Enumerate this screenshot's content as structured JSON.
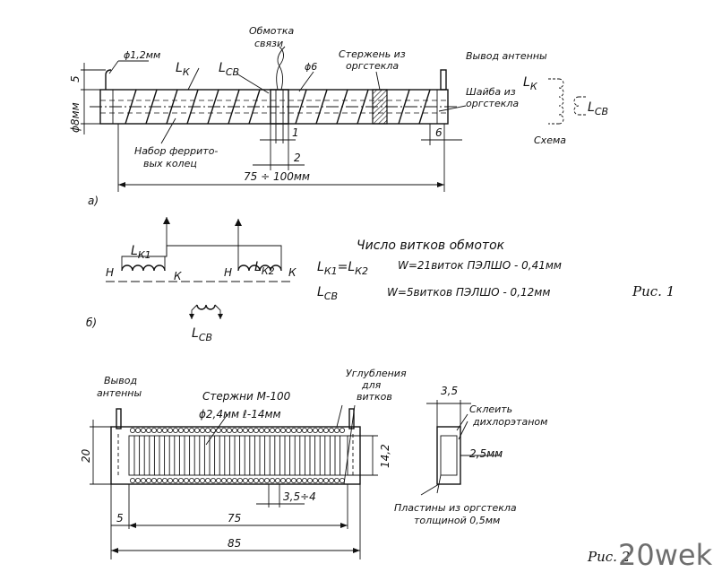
{
  "fig1": {
    "a": {
      "part_label": "а)",
      "wire_dia": "ϕ1,2мм",
      "coil_k": "L",
      "coil_k_sub": "К",
      "coil_sv": "L",
      "coil_sv_sub": "СВ",
      "coupling_winding": [
        "Обмотка",
        "связи"
      ],
      "rod_dia": "ϕ6",
      "rod_material": [
        "Стержень из",
        "оргстекла"
      ],
      "antenna_lead": "Вывод антенны",
      "washer": [
        "Шайба из",
        "оргстекла"
      ],
      "ferrite_set": [
        "Набор феррито-",
        "вых колец"
      ],
      "dim_5": "5",
      "dim_8": "ϕ8мм",
      "dim_1": "1",
      "dim_2": "2",
      "dim_6": "6",
      "dim_len": "75 ÷ 100мм",
      "schema_lk": "L",
      "schema_lk_sub": "К",
      "schema_lsv": "L",
      "schema_lsv_sub": "СВ",
      "schema_label": "Схема"
    },
    "b": {
      "part_label": "б)",
      "lk1": "L",
      "lk1_sub": "К1",
      "lk2": "L",
      "lk2_sub": "К2",
      "n1": "Н",
      "k1": "К",
      "n2": "Н",
      "k2": "К",
      "lsv": "L",
      "lsv_sub": "СВ",
      "turns_title": "Число витков обмоток",
      "line1_left": "L",
      "line1_left_sub1": "К1",
      "line1_eq": "=L",
      "line1_left_sub2": "К2",
      "line1_right": "W=21виток ПЭЛШО - 0,41мм",
      "line2_left": "L",
      "line2_left_sub": "СВ",
      "line2_right": "W=5витков ПЭЛШО - 0,12мм"
    },
    "caption": "Рис. 1"
  },
  "fig2": {
    "antenna_lead": [
      "Вывод",
      "антенны"
    ],
    "rods": [
      "Стержни М-100",
      "ϕ2,4мм ℓ-14мм"
    ],
    "grooves": [
      "Углубления",
      "для",
      "витков"
    ],
    "dim_20": "20",
    "dim_142": "14,2",
    "dim_pitch": "3,5÷4",
    "dim_5": "5",
    "dim_75": "75",
    "dim_85": "85",
    "dim_35": "3,5",
    "glue": [
      "Склеить",
      "дихлорэтаном"
    ],
    "dim_25": "2,5мм",
    "plates": [
      "Пластины из оргстекла",
      "толщиной 0,5мм"
    ],
    "caption": "Рис. 2"
  },
  "watermark": "20wek"
}
